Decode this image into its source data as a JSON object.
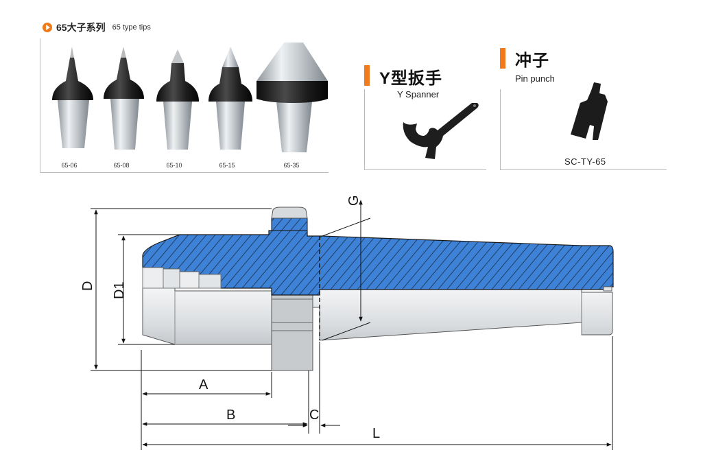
{
  "series": {
    "title_cn": "65大子系列",
    "title_en": "65 type tips"
  },
  "tips": [
    {
      "label": "65-06"
    },
    {
      "label": "65-08"
    },
    {
      "label": "65-10"
    },
    {
      "label": "65-15"
    },
    {
      "label": "65-35"
    }
  ],
  "spanner": {
    "title_cn": "Y型扳手",
    "title_en": "Y Spanner"
  },
  "punch": {
    "title_cn": "冲子",
    "title_en": "Pin punch",
    "code": "SC-TY-65"
  },
  "dimensions": {
    "D": "D",
    "D1": "D1",
    "A": "A",
    "B": "B",
    "C": "C",
    "L": "L",
    "G": "G"
  },
  "colors": {
    "accent": "#f07a1c",
    "hatch": "#3b7fd4",
    "steel": "#c9ced3",
    "black": "#1c1c1c"
  }
}
